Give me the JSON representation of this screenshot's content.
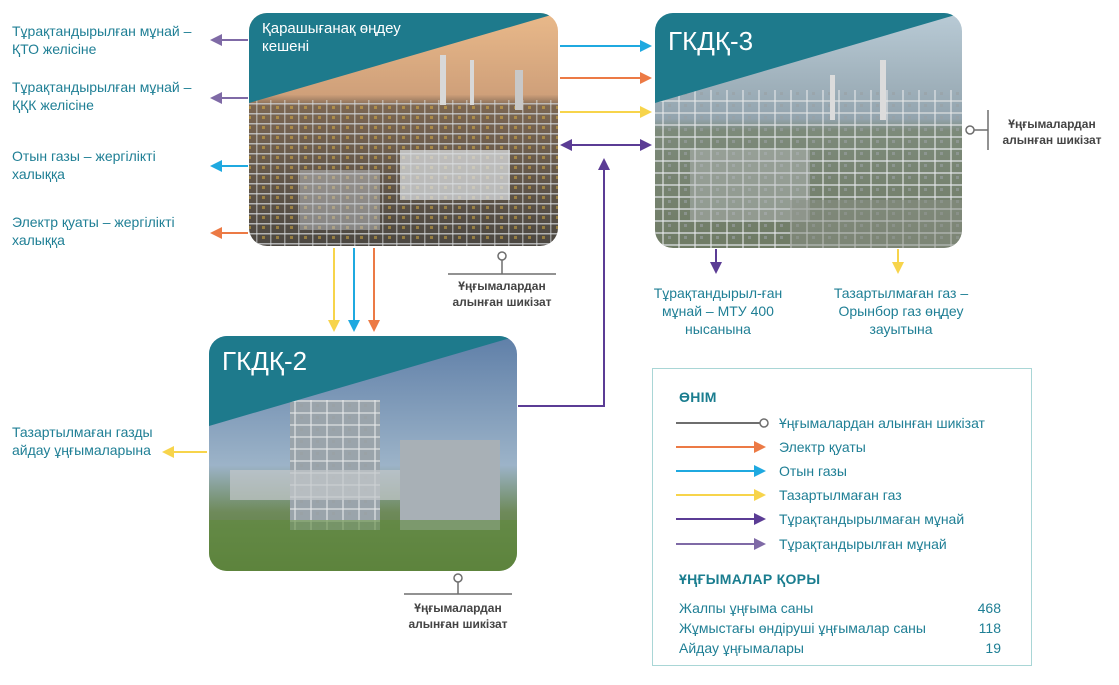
{
  "colors": {
    "teal": "#1e7a8c",
    "text": "#1f7f95",
    "gray": "#6e6e6e",
    "orange": "#ec7a45",
    "blue": "#1fa9e0",
    "yellow": "#f7d44b",
    "purple_dark": "#5b3c95",
    "purple_light": "#7f6aa6"
  },
  "facilities": {
    "karachaganak": "Қарашығанақ өңдеу кешені",
    "gkdk3": "ГКДҚ-3",
    "gkdk2": "ГКДҚ-2"
  },
  "outputs": {
    "stab_kto": "Тұрақтандырылған мұнай – ҚТО желісіне",
    "stab_kkk": "Тұрақтандырылған мұнай – ҚҚК желісіне",
    "fuel_gas": "Отын газы – жергілікті халыққа",
    "electricity": "Электр қуаты – жергілікті халыққа",
    "unstab_mtu": "Тұрақтандырыл-ған мұнай – МТУ 400 нысанына",
    "raw_orenburg": "Тазартылмаған газ – Орынбор газ өңдеу зауытына",
    "raw_injection": "Тазартылмаған газды айдау ұңғымаларына"
  },
  "well_feed_label": "Ұңғымалардан алынған шикізат",
  "legend": {
    "title": "ӨНІМ",
    "items": [
      {
        "label": "Ұңғымалардан алынған шикізат",
        "color": "#6e6e6e",
        "style": "circle"
      },
      {
        "label": "Электр қуаты",
        "color": "#ec7a45",
        "style": "arrow"
      },
      {
        "label": "Отын газы",
        "color": "#1fa9e0",
        "style": "arrow"
      },
      {
        "label": "Тазартылмаған газ",
        "color": "#f7d44b",
        "style": "arrow"
      },
      {
        "label": "Тұрақтандырылмаған мұнай",
        "color": "#5b3c95",
        "style": "arrow"
      },
      {
        "label": "Тұрақтандырылған мұнай",
        "color": "#7f6aa6",
        "style": "arrow"
      }
    ]
  },
  "well_stock": {
    "title": "ҰҢҒЫМАЛАР ҚОРЫ",
    "rows": [
      {
        "label": "Жалпы ұңғыма саны",
        "value": "468"
      },
      {
        "label": "Жұмыстағы өндіруші ұңғымалар саны",
        "value": "118"
      },
      {
        "label": "Айдау ұңғымалары",
        "value": "19"
      }
    ]
  }
}
